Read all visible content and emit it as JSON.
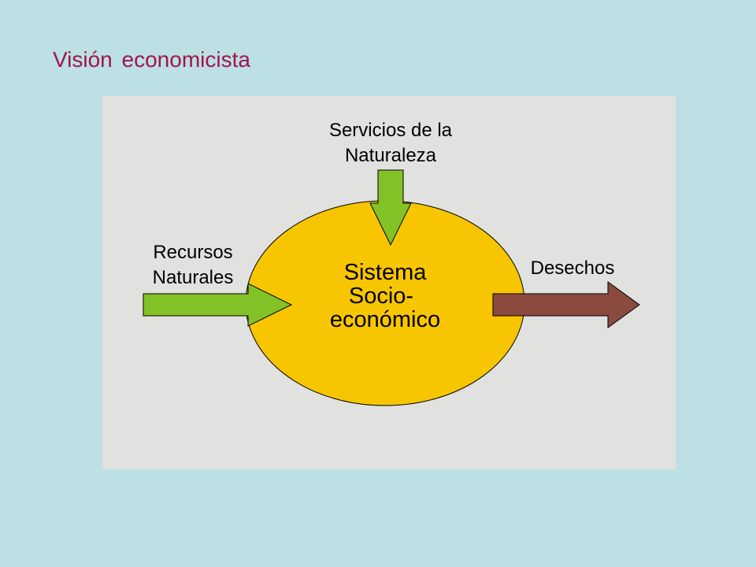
{
  "slide": {
    "title": "Visión economicista"
  },
  "diagram": {
    "center": {
      "lines": [
        "Sistema",
        "Socio-",
        "económico"
      ]
    },
    "top_input": {
      "lines": [
        "Servicios de la",
        "Naturaleza"
      ]
    },
    "left_input": {
      "lines": [
        "Recursos",
        "Naturales"
      ]
    },
    "right_output": {
      "lines": [
        "Desechos"
      ]
    },
    "colors": {
      "background": "#bce0e3",
      "panel": "#e1e1df",
      "ellipse": "#f7c600",
      "input_arrow": "#82c226",
      "output_arrow": "#8b4a3e",
      "title": "#a0154f"
    }
  }
}
